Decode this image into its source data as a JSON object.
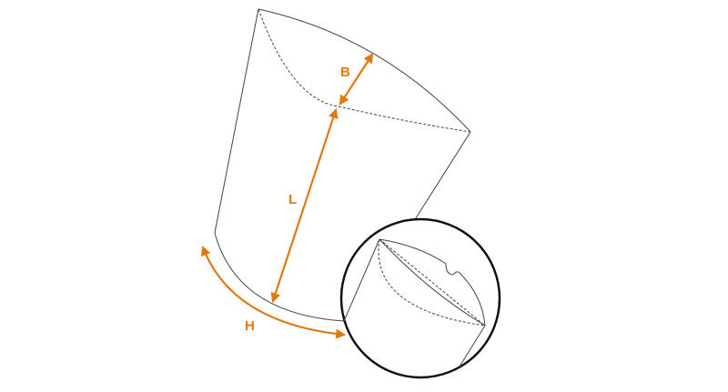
{
  "labels": {
    "b": "B",
    "l": "L",
    "h": "H"
  },
  "colors": {
    "accent": "#e07a10",
    "line": "#444444",
    "circle": "#111111"
  }
}
